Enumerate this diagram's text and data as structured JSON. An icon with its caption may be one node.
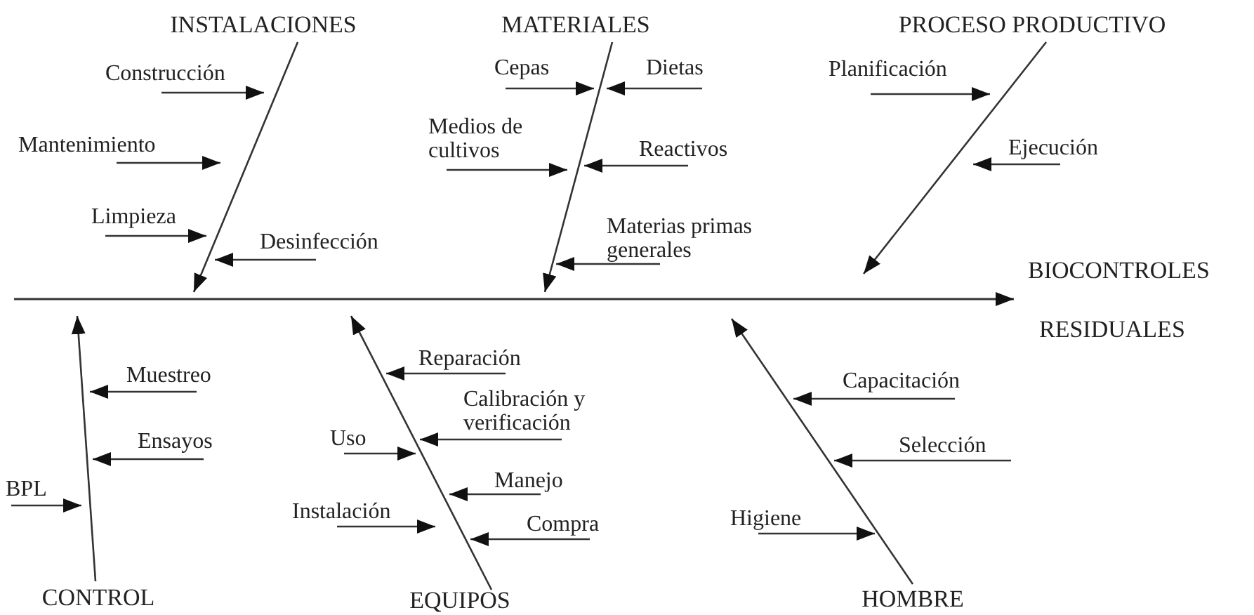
{
  "diagram": {
    "nodes": [
      {
        "text": [
          "INSTALACIONES"
        ]
      },
      {
        "text": [
          "Construcción"
        ]
      },
      {
        "text": [
          "Mantenimiento"
        ]
      },
      {
        "text": [
          "Limpieza"
        ]
      },
      {
        "text": [
          "Desinfección"
        ]
      },
      {
        "text": [
          "MATERIALES"
        ]
      },
      {
        "text": [
          "Cepas"
        ]
      },
      {
        "text": [
          "Dietas"
        ]
      },
      {
        "text": [
          "Medios de cultivos"
        ]
      },
      {
        "text": [
          "Reactivos"
        ]
      },
      {
        "text": [
          "Materias primas generales"
        ]
      },
      {
        "text": [
          "PROCESO PRODUCTIVO"
        ]
      },
      {
        "text": [
          "Planificación"
        ]
      },
      {
        "text": [
          "Ejecución"
        ]
      },
      {
        "text": [
          "BIOCONTROLES",
          "RESIDUALES"
        ]
      },
      {
        "text": [
          "Muestreo"
        ]
      },
      {
        "text": [
          "Ensayos"
        ]
      },
      {
        "text": [
          "BPL"
        ]
      },
      {
        "text": [
          "CONTROL"
        ]
      },
      {
        "text": [
          "Reparación"
        ]
      },
      {
        "text": [
          "Calibración y verificación"
        ]
      },
      {
        "text": [
          "Uso"
        ]
      },
      {
        "text": [
          "Manejo"
        ]
      },
      {
        "text": [
          "Instalación"
        ]
      },
      {
        "text": [
          "Compra"
        ]
      },
      {
        "text": [
          "EQUIPOS"
        ]
      },
      {
        "text": [
          "Capacitación"
        ]
      },
      {
        "text": [
          "Selección"
        ]
      },
      {
        "text": [
          "Higiene"
        ]
      },
      {
        "text": [
          "HOMBRE"
        ]
      }
    ],
    "edges": [
      {
        "from": null,
        "to": 14,
        "arrow": "to"
      },
      {
        "from": 0,
        "to": null,
        "arrow": "to"
      },
      {
        "from": 1,
        "to": null,
        "arrow": "to"
      },
      {
        "from": 2,
        "to": null,
        "arrow": "to"
      },
      {
        "from": 3,
        "to": null,
        "arrow": "to"
      },
      {
        "from": 4,
        "to": null,
        "arrow": "to"
      },
      {
        "from": 5,
        "to": null,
        "arrow": "to"
      },
      {
        "from": 6,
        "to": null,
        "arrow": "to"
      },
      {
        "from": 7,
        "to": null,
        "arrow": "to"
      },
      {
        "from": 8,
        "to": null,
        "arrow": "to"
      },
      {
        "from": 9,
        "to": null,
        "arrow": "to"
      },
      {
        "from": 10,
        "to": null,
        "arrow": "to"
      },
      {
        "from": 11,
        "to": null,
        "arrow": "to"
      },
      {
        "from": 12,
        "to": null,
        "arrow": "to"
      },
      {
        "from": 13,
        "to": null,
        "arrow": "to"
      },
      {
        "from": 15,
        "to": null,
        "arrow": "to"
      },
      {
        "from": 16,
        "to": null,
        "arrow": "to"
      },
      {
        "from": 17,
        "to": null,
        "arrow": "to"
      },
      {
        "from": 18,
        "to": null,
        "arrow": "to"
      },
      {
        "from": 19,
        "to": null,
        "arrow": "to"
      },
      {
        "from": 20,
        "to": null,
        "arrow": "to"
      },
      {
        "from": 21,
        "to": null,
        "arrow": "to"
      },
      {
        "from": 22,
        "to": null,
        "arrow": "to"
      },
      {
        "from": 23,
        "to": null,
        "arrow": "to"
      },
      {
        "from": 24,
        "to": null,
        "arrow": "to"
      },
      {
        "from": 25,
        "to": null,
        "arrow": "to"
      },
      {
        "from": 26,
        "to": null,
        "arrow": "to"
      },
      {
        "from": 27,
        "to": null,
        "arrow": "to"
      },
      {
        "from": 28,
        "to": null,
        "arrow": "to"
      },
      {
        "from": 29,
        "to": null,
        "arrow": "to"
      }
    ]
  }
}
